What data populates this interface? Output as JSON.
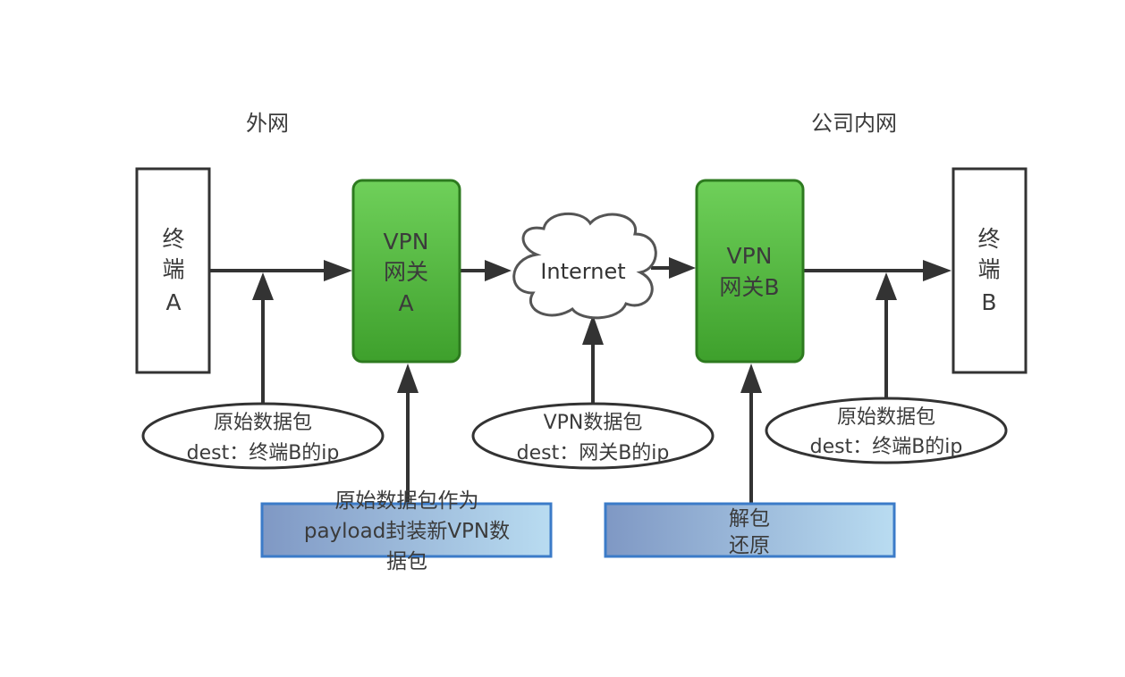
{
  "regions": {
    "outer_label": "外网",
    "inner_label": "公司内网"
  },
  "terminal_a": {
    "lines": [
      "终",
      "端",
      "A"
    ]
  },
  "terminal_b": {
    "lines": [
      "终",
      "端",
      "B"
    ]
  },
  "gateway_a": {
    "lines": [
      "VPN",
      "网关",
      "A"
    ]
  },
  "gateway_b": {
    "lines": [
      "VPN",
      "网关B"
    ]
  },
  "internet": {
    "label": "Internet"
  },
  "packets": {
    "original_left": {
      "line1": "原始数据包",
      "line2": "dest：终端B的ip"
    },
    "vpn_packet": {
      "line1": "VPN数据包",
      "line2": "dest：网关B的ip"
    },
    "original_right": {
      "line1": "原始数据包",
      "line2": "dest：终端B的ip"
    }
  },
  "notes": {
    "encapsulate": {
      "lines": [
        "原始数据包作为",
        "payload封装新VPN数",
        "据包"
      ]
    },
    "decapsulate": {
      "lines": [
        "解包",
        "还原"
      ]
    }
  },
  "colors": {
    "gateway_fill_top": "#6fd05a",
    "gateway_fill_bottom": "#3ea02c",
    "gateway_stroke": "#2d7a1f",
    "note_fill_left": "#7f98c4",
    "note_fill_right": "#b9dcf1",
    "note_stroke": "#3b7bc8",
    "line": "#333333"
  }
}
